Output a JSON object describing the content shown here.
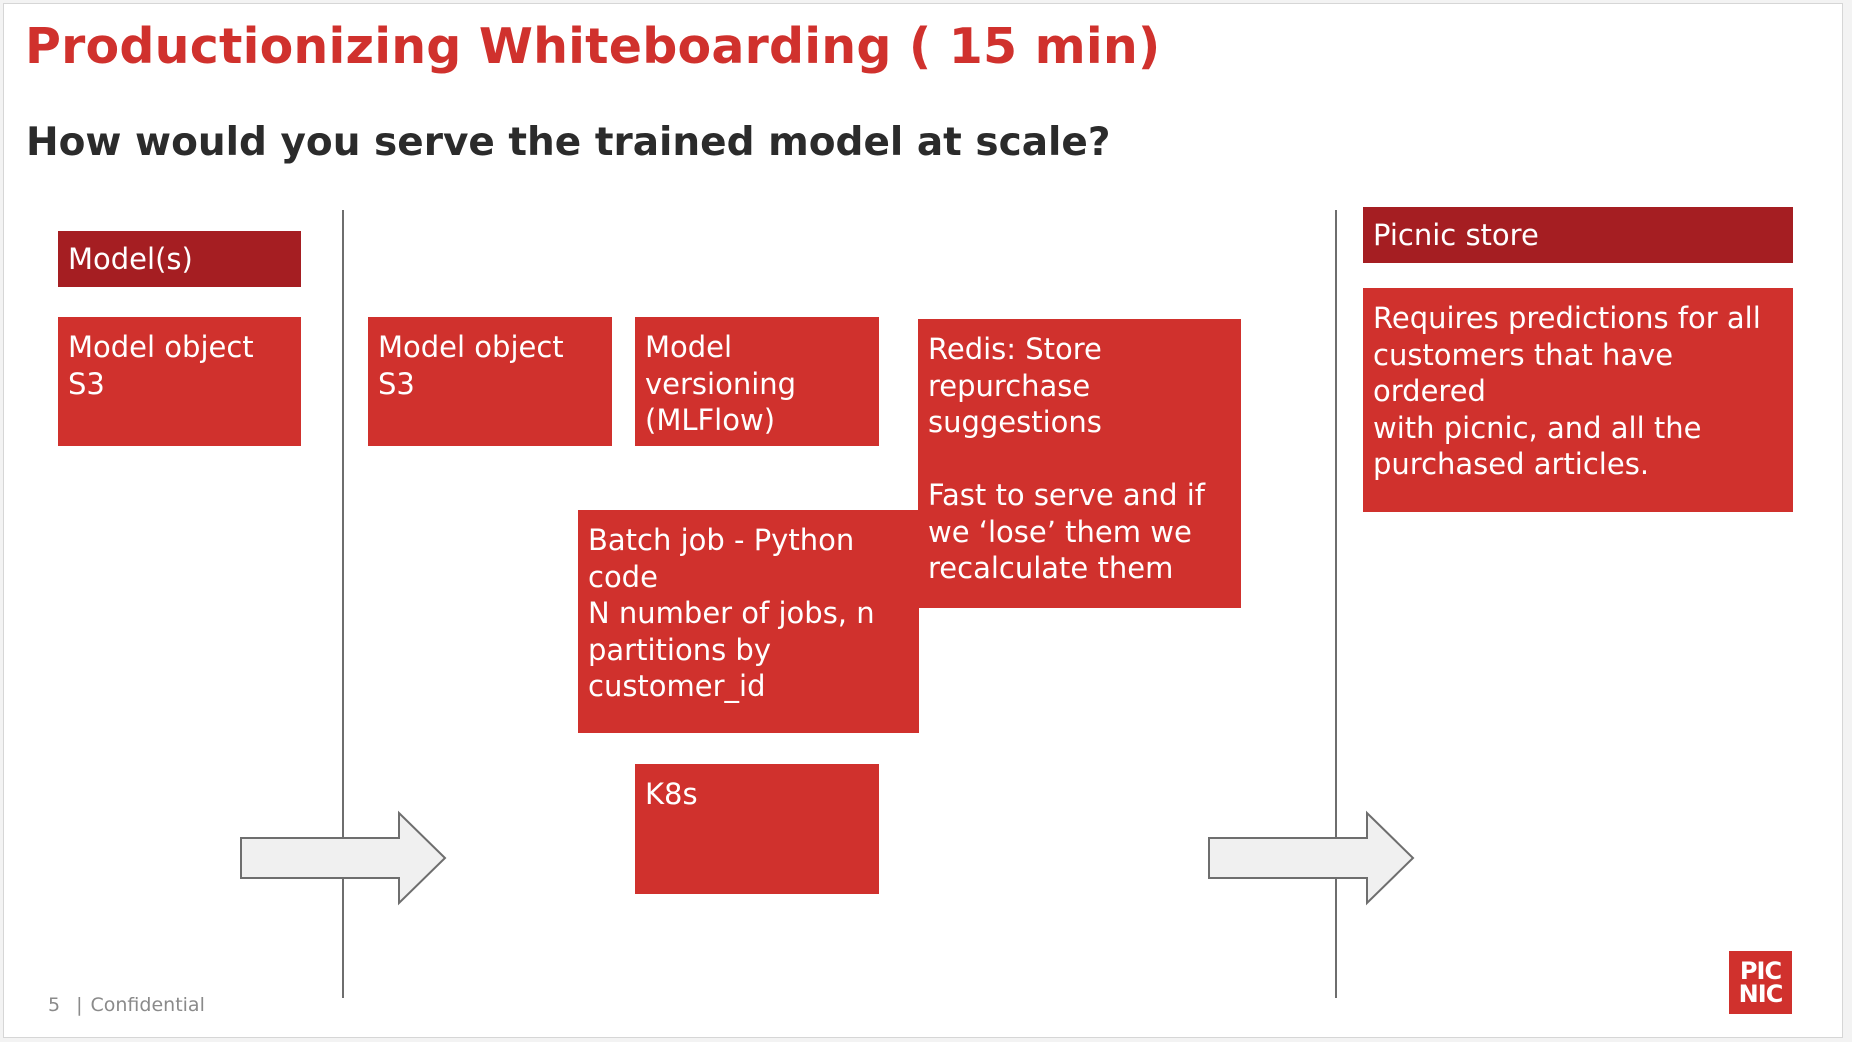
{
  "title": "Productionizing Whiteboarding ( 15 min)",
  "subtitle": "How would you serve the trained model at scale?",
  "boxes": {
    "models_header": "Model(s)",
    "model_object_1": "Model object\nS3",
    "model_object_2": "Model object\nS3",
    "model_versioning": "Model\nversioning\n(MLFlow)",
    "redis": "Redis: Store\nrepurchase\nsuggestions\n\nFast to serve and if\nwe ‘lose’ them we\nrecalculate them",
    "batch_job": "Batch job - Python\ncode\nN number of jobs, n\npartitions by\ncustomer_id",
    "k8s": "K8s",
    "picnic_store_header": "Picnic store",
    "requirements": "Requires predictions for all\ncustomers that have ordered\nwith picnic, and all the\npurchased articles."
  },
  "footer": {
    "page_number": "5",
    "separator": "|",
    "label": "Confidential"
  },
  "logo": {
    "line1": "PIC",
    "line2": "NIC"
  },
  "colors": {
    "accent": "#d0312d",
    "header_red": "#a51e22",
    "title_red": "#d0312d",
    "text_dark": "#2b2b2b"
  }
}
